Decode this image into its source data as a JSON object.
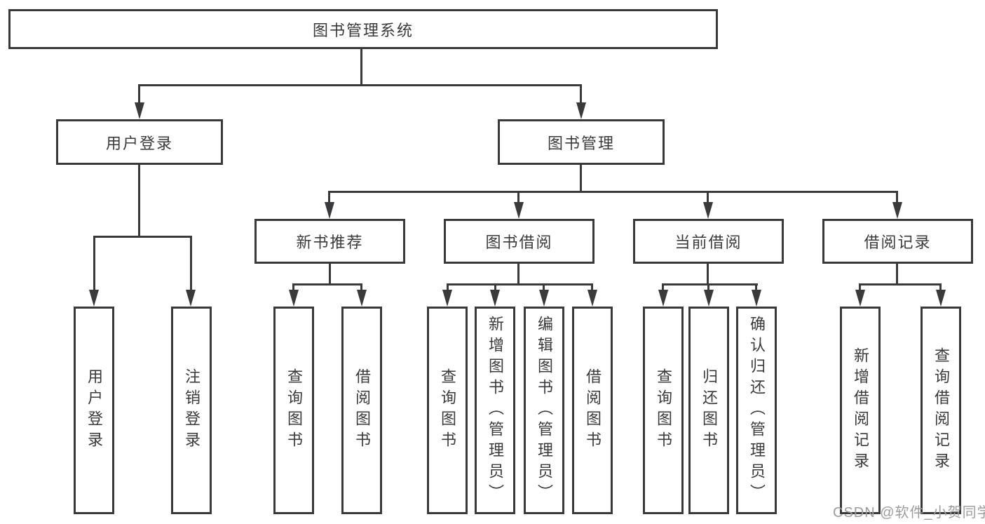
{
  "diagram": {
    "type": "hierarchy-tree",
    "root": {
      "label": "图书管理系统"
    },
    "branches": [
      {
        "label": "用户登录",
        "children": [
          {
            "label": "用户登录"
          },
          {
            "label": "注销登录"
          }
        ]
      },
      {
        "label": "图书管理",
        "children": [
          {
            "label": "新书推荐",
            "children": [
              {
                "label": "查询图书"
              },
              {
                "label": "借阅图书"
              }
            ]
          },
          {
            "label": "图书借阅",
            "children": [
              {
                "label": "查询图书"
              },
              {
                "label": "新增图书（管理员）"
              },
              {
                "label": "编辑图书（管理员）"
              },
              {
                "label": "借阅图书"
              }
            ]
          },
          {
            "label": "当前借阅",
            "children": [
              {
                "label": "查询图书"
              },
              {
                "label": "归还图书"
              },
              {
                "label": "确认归还（管理员）"
              }
            ]
          },
          {
            "label": "借阅记录",
            "children": [
              {
                "label": "新增借阅记录"
              },
              {
                "label": "查询借阅记录"
              }
            ]
          }
        ]
      }
    ]
  },
  "watermark": {
    "text": "CSDN @软件_小贺同学",
    "color": "#9c9c9c"
  },
  "colors": {
    "line": "#3a3a3c",
    "text": "#3a3a3c",
    "background": "#ffffff"
  }
}
